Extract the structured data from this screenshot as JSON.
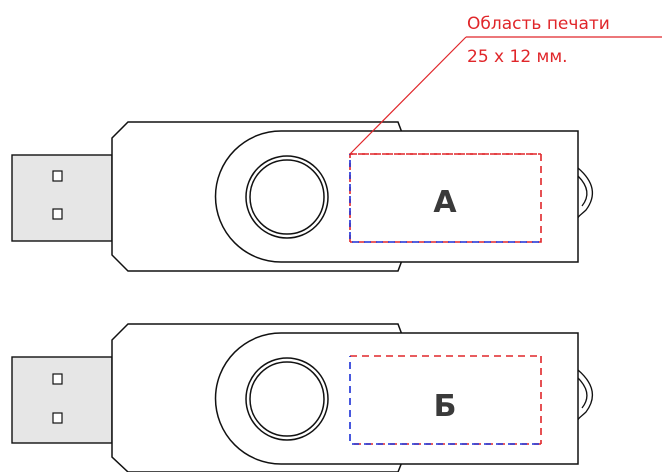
{
  "annotation": {
    "title": "Область печати",
    "size": "25 х 12  мм."
  },
  "zones": [
    {
      "letter": "А"
    },
    {
      "letter": "Б"
    }
  ],
  "colors": {
    "outline": "#111111",
    "connector_fill": "#e6e6e6",
    "accent_red": "#e0262a",
    "accent_blue": "#1a2fd6"
  }
}
